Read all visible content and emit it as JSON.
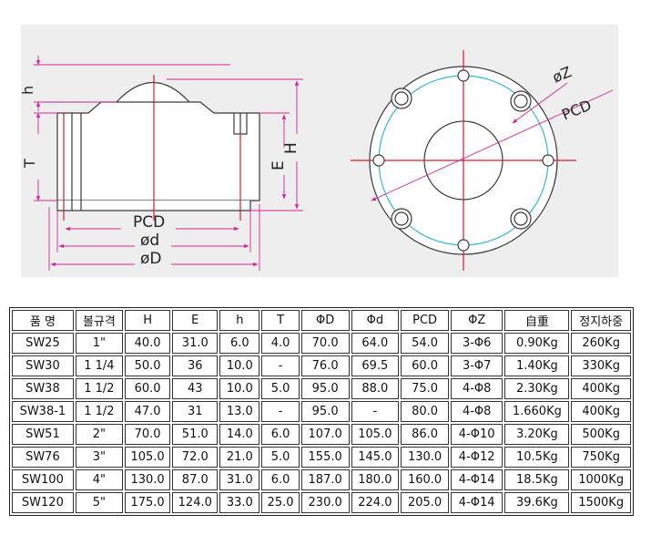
{
  "drawing": {
    "labels": {
      "h": "h",
      "T": "T",
      "H": "H",
      "E": "E",
      "pcd_side": "PCD",
      "d": "ød",
      "D": "øD",
      "z": "øZ",
      "pcd_plan": "PCD"
    },
    "colors": {
      "outline": "#3a3a3a",
      "centerline": "#e0182b",
      "pcd_circle": "#36b8d8",
      "dimension": "#d6248f"
    }
  },
  "table": {
    "headers": [
      "품 명",
      "볼규격",
      "H",
      "E",
      "h",
      "T",
      "ΦD",
      "Φd",
      "PCD",
      "ΦZ",
      "自重",
      "정지하중"
    ],
    "rows": [
      [
        "SW25",
        "1\"",
        "40.0",
        "31.0",
        "6.0",
        "4.0",
        "70.0",
        "64.0",
        "54.0",
        "3-Φ6",
        "0.90Kg",
        "260Kg"
      ],
      [
        "SW30",
        "1 1/4",
        "50.0",
        "36",
        "10.0",
        "-",
        "76.0",
        "69.5",
        "60.0",
        "3-Φ7",
        "1.40Kg",
        "330Kg"
      ],
      [
        "SW38",
        "1 1/2",
        "60.0",
        "43",
        "10.0",
        "5.0",
        "95.0",
        "88.0",
        "75.0",
        "4-Φ8",
        "2.30Kg",
        "400Kg"
      ],
      [
        "SW38-1",
        "1 1/2",
        "47.0",
        "31",
        "13.0",
        "-",
        "95.0",
        "-",
        "80.0",
        "4-Φ8",
        "1.660Kg",
        "400Kg"
      ],
      [
        "SW51",
        "2\"",
        "70.0",
        "51.0",
        "14.0",
        "6.0",
        "107.0",
        "105.0",
        "86.0",
        "4-Φ10",
        "3.20Kg",
        "500Kg"
      ],
      [
        "SW76",
        "3\"",
        "105.0",
        "72.0",
        "21.0",
        "5.0",
        "155.0",
        "145.0",
        "130.0",
        "4-Φ12",
        "10.5Kg",
        "750Kg"
      ],
      [
        "SW100",
        "4\"",
        "130.0",
        "87.0",
        "31.0",
        "6.0",
        "187.0",
        "180.0",
        "160.0",
        "4-Φ14",
        "18.5Kg",
        "1000Kg"
      ],
      [
        "SW120",
        "5\"",
        "175.0",
        "124.0",
        "33.0",
        "25.0",
        "230.0",
        "224.0",
        "205.0",
        "4-Φ14",
        "39.6Kg",
        "1500Kg"
      ]
    ]
  }
}
